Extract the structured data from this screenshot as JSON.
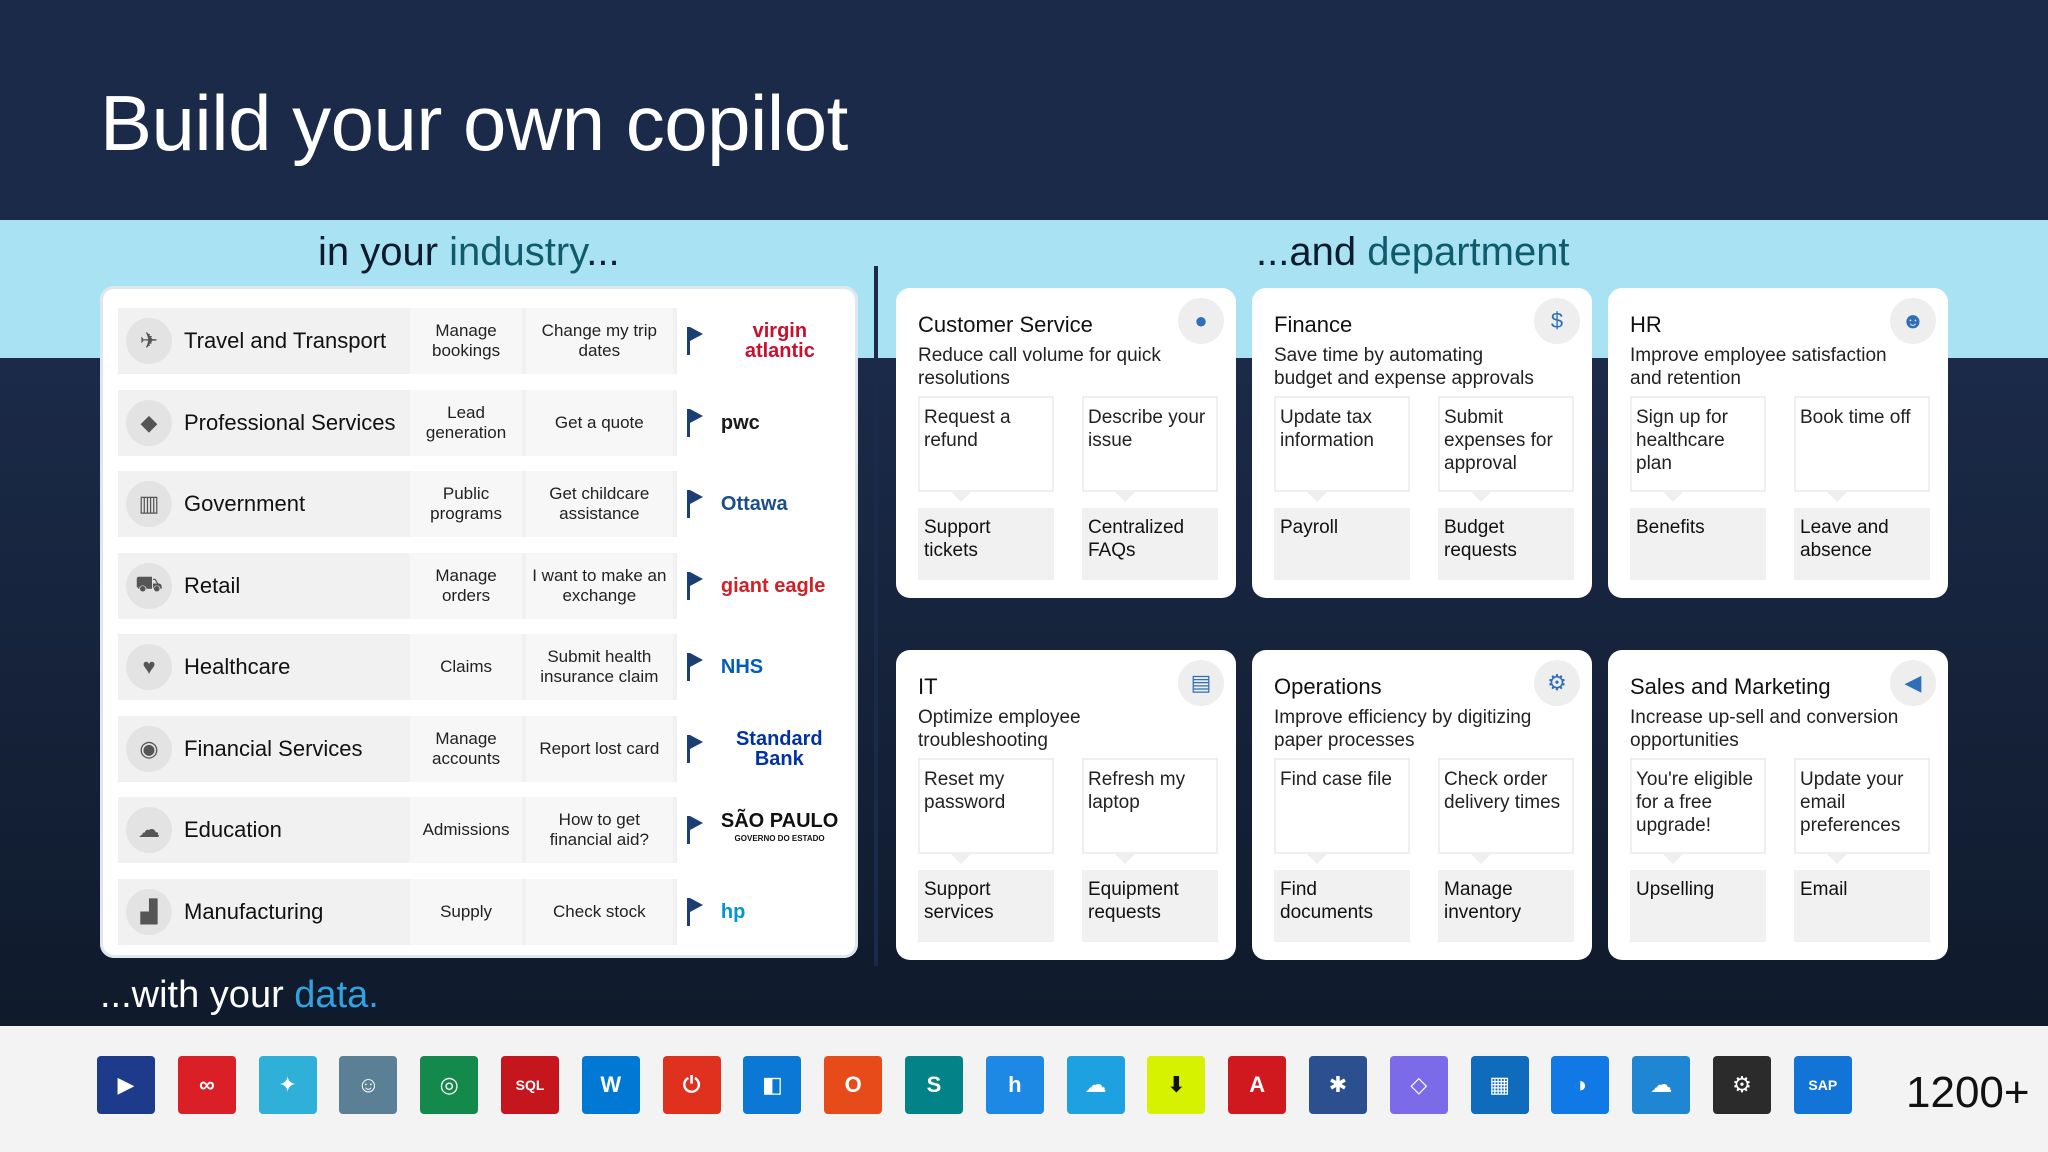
{
  "title": "Build your own copilot",
  "industry_heading": {
    "pre": "in your ",
    "accent": "industry",
    "post": "..."
  },
  "department_heading": {
    "pre": "...and ",
    "accent": "department"
  },
  "data_heading": {
    "pre": "...with your ",
    "accent": "data."
  },
  "industries": [
    {
      "name": "Travel and Transport",
      "icon": "plane-icon",
      "a": "Manage bookings",
      "b": "Change my trip dates",
      "logo": "virgin atlantic",
      "logo_color": "#c8102e"
    },
    {
      "name": "Professional Services",
      "icon": "tag-icon",
      "a": "Lead generation",
      "b": "Get a quote",
      "logo": "pwc",
      "logo_color": "#1a1a1a"
    },
    {
      "name": "Government",
      "icon": "bank-icon",
      "a": "Public programs",
      "b": "Get childcare assistance",
      "logo": "Ottawa",
      "logo_color": "#1b4f8a"
    },
    {
      "name": "Retail",
      "icon": "cart-icon",
      "a": "Manage orders",
      "b": "I want to make an exchange",
      "logo": "giant eagle",
      "logo_color": "#d32027"
    },
    {
      "name": "Healthcare",
      "icon": "heart-icon",
      "a": "Claims",
      "b": "Submit health insurance claim",
      "logo": "NHS",
      "logo_color": "#005eb8"
    },
    {
      "name": "Financial Services",
      "icon": "coin-icon",
      "a": "Manage accounts",
      "b": "Report lost card",
      "logo": "Standard Bank",
      "logo_color": "#0033a1"
    },
    {
      "name": "Education",
      "icon": "cloud-icon",
      "a": "Admissions",
      "b": "How to get financial aid?",
      "logo": "SÃO PAULO",
      "logo_sub": "GOVERNO DO ESTADO",
      "logo_color": "#111111"
    },
    {
      "name": "Manufacturing",
      "icon": "factory-icon",
      "a": "Supply",
      "b": "Check stock",
      "logo": "hp",
      "logo_color": "#0096d6"
    }
  ],
  "departments": [
    {
      "title": "Customer Service",
      "desc": "Reduce call volume for quick resolutions",
      "icon": "person-icon",
      "q1": "Request a refund",
      "q2": "Describe your issue",
      "a1": "Support tickets",
      "a2": "Centralized FAQs"
    },
    {
      "title": "Finance",
      "desc": "Save time by automating budget and expense approvals",
      "icon": "chart-dollar-icon",
      "q1": "Update tax information",
      "q2": "Submit expenses for approval",
      "a1": "Payroll",
      "a2": "Budget requests"
    },
    {
      "title": "HR",
      "desc": "Improve employee satisfaction and retention",
      "icon": "people-icon",
      "q1": "Sign up for healthcare plan",
      "q2": "Book time off",
      "a1": "Benefits",
      "a2": "Leave and absence"
    },
    {
      "title": "IT",
      "desc": "Optimize employee troubleshooting",
      "icon": "monitor-chart-icon",
      "q1": "Reset my password",
      "q2": "Refresh my laptop",
      "a1": "Support services",
      "a2": "Equipment requests"
    },
    {
      "title": "Operations",
      "desc": "Improve efficiency by digitizing paper processes",
      "icon": "gears-icon",
      "q1": "Find case file",
      "q2": "Check order delivery times",
      "a1": "Find documents",
      "a2": "Manage inventory"
    },
    {
      "title": "Sales and Marketing",
      "desc": "Increase up-sell and conversion opportunities",
      "icon": "megaphone-icon",
      "q1": "You're eligible for a free upgrade!",
      "q2": "Update your email preferences",
      "a1": "Upselling",
      "a2": "Email"
    }
  ],
  "connectors": [
    {
      "icon": "dynamics-icon",
      "color": "#1e3a8a",
      "glyph": "▶"
    },
    {
      "icon": "creative-cloud-icon",
      "color": "#da1f26",
      "glyph": "∞"
    },
    {
      "icon": "dataverse-icon",
      "color": "#2fb0d8",
      "glyph": "✦"
    },
    {
      "icon": "mailchimp-icon",
      "color": "#5b7f95",
      "glyph": "☺"
    },
    {
      "icon": "dynamics-green-icon",
      "color": "#138a4b",
      "glyph": "◎"
    },
    {
      "icon": "sql-server-icon",
      "color": "#c5161d",
      "glyph": "SQL"
    },
    {
      "icon": "wordpress-icon",
      "color": "#0078d4",
      "glyph": "W"
    },
    {
      "icon": "power-icon",
      "color": "#e0301e",
      "glyph": "⏻"
    },
    {
      "icon": "azure-devops-icon",
      "color": "#0a78d4",
      "glyph": "◧"
    },
    {
      "icon": "office-icon",
      "color": "#e84b1a",
      "glyph": "O"
    },
    {
      "icon": "sharepoint-icon",
      "color": "#038387",
      "glyph": "S"
    },
    {
      "icon": "h-icon",
      "color": "#1e88e5",
      "glyph": "h"
    },
    {
      "icon": "salesforce-icon",
      "color": "#1ea1e1",
      "glyph": "☁"
    },
    {
      "icon": "download-icon",
      "color": "#d7f200",
      "glyph": "⬇"
    },
    {
      "icon": "acrobat-icon",
      "color": "#d0181f",
      "glyph": "A"
    },
    {
      "icon": "jira-icon",
      "color": "#2c4f8f",
      "glyph": "✱"
    },
    {
      "icon": "planner-icon",
      "color": "#7b6be8",
      "glyph": "◇"
    },
    {
      "icon": "outlook-icon",
      "color": "#0f6cbd",
      "glyph": "▦"
    },
    {
      "icon": "person-chat-icon",
      "color": "#1079e6",
      "glyph": "◑"
    },
    {
      "icon": "onedrive-icon",
      "color": "#1f86d4",
      "glyph": "☁"
    },
    {
      "icon": "github-icon",
      "color": "#2b2b2b",
      "glyph": "⚙"
    },
    {
      "icon": "sap-icon",
      "color": "#1274d6",
      "glyph": "SAP"
    }
  ],
  "connector_count": "1200+"
}
